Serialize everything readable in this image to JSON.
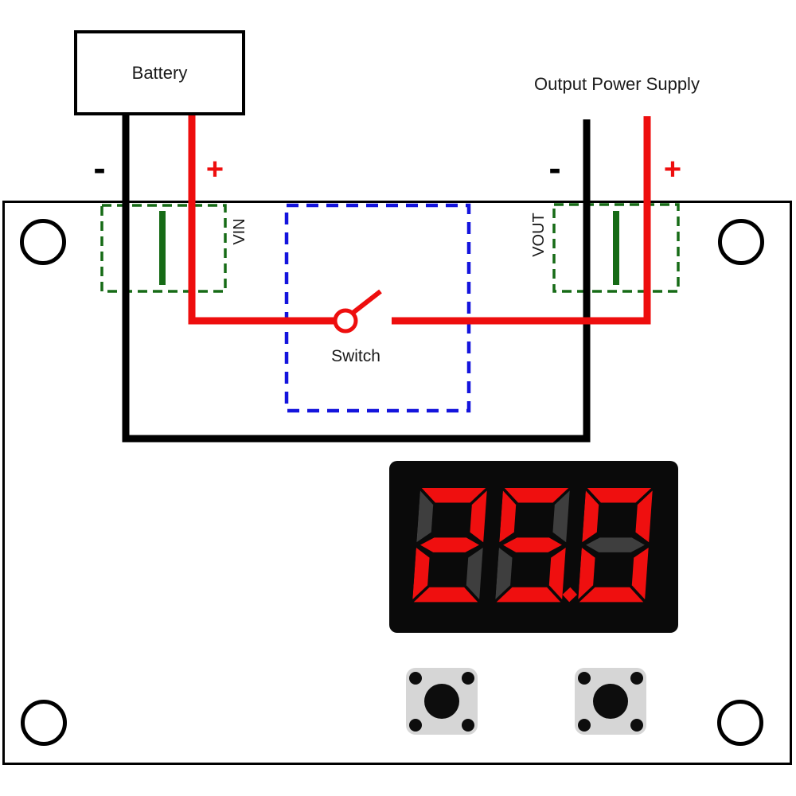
{
  "battery": {
    "label": "Battery",
    "minus": "-",
    "plus": "+"
  },
  "output": {
    "label": "Output Power Supply",
    "minus": "-",
    "plus": "+"
  },
  "board": {
    "vin_label": "VIN",
    "vout_label": "VOUT",
    "switch_label": "Switch"
  },
  "display": {
    "value": "25.0"
  },
  "colors": {
    "wire_negative": "#000000",
    "wire_positive": "#ee0e0e",
    "terminal_box_green": "#166b16",
    "switch_box_blue": "#1414dd",
    "display_background": "#0a0a0a",
    "display_lit_segment": "#ef0f0f",
    "display_ghost_segment": "#3e3e3e",
    "button_body_gray": "#d6d6d6"
  }
}
